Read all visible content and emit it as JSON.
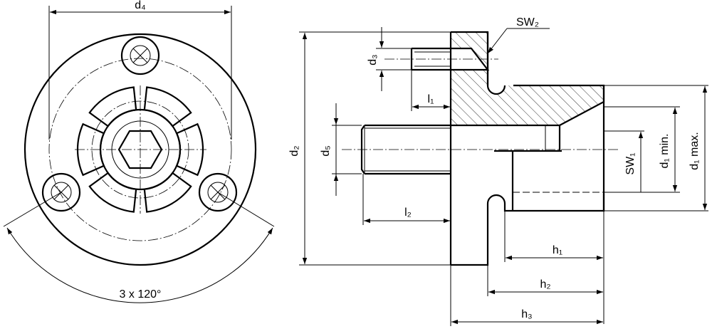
{
  "labels": {
    "d4": "d₄",
    "angle": "3 x 120°",
    "d2": "d₂",
    "d3": "d₃",
    "l1": "l₁",
    "sw2": "SW₂",
    "d5": "d₅",
    "l2": "l₂",
    "sw1": "SW₁",
    "d1_min": "d₁ min.",
    "d1_max": "d₁ max.",
    "h1": "h₁",
    "h2": "h₂",
    "h3": "h₃"
  }
}
